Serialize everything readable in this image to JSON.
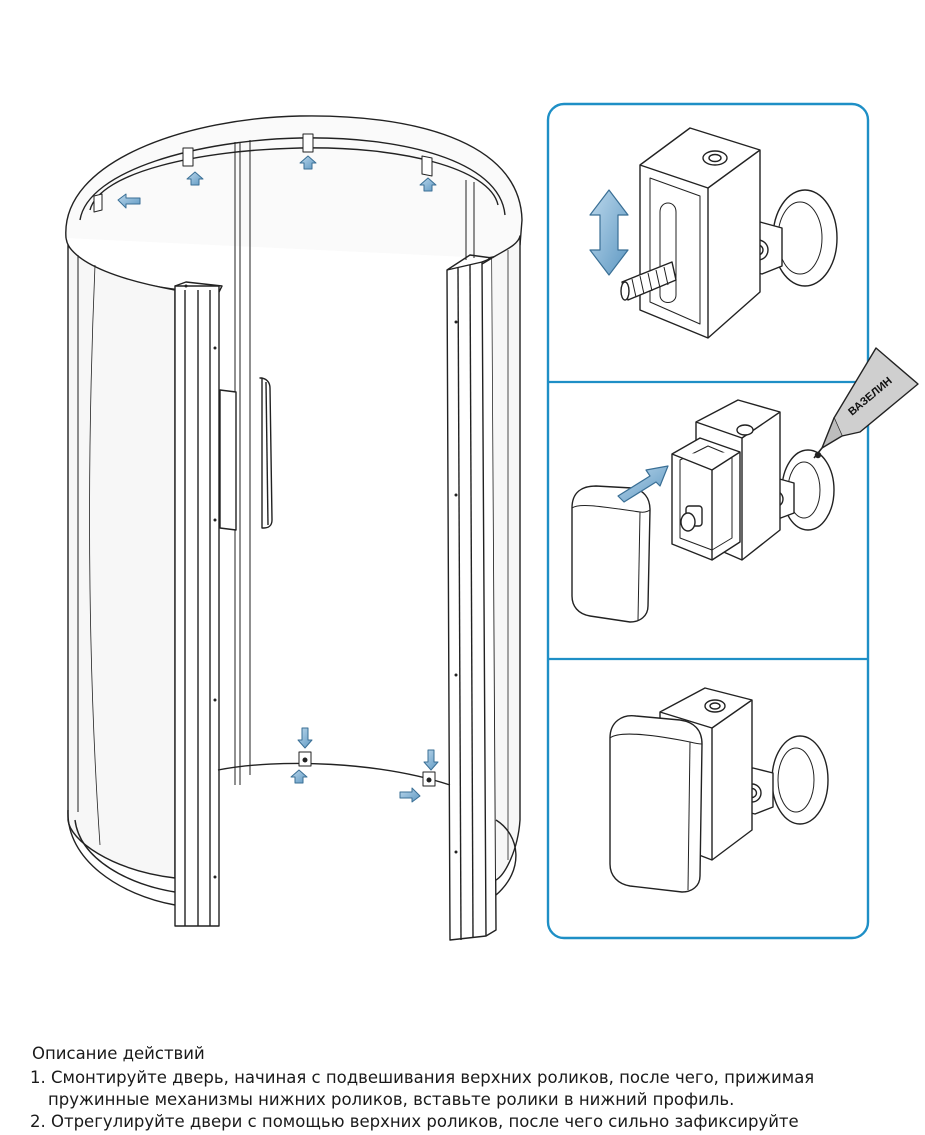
{
  "instructions": {
    "heading": "Описание действий",
    "steps": [
      "1. Смонтируйте дверь, начиная с подвешивания верхних роликов, после чего, прижимая пружинные  механизмы нижних роликов, вставьте ролики в нижний профиль.",
      "2. Отрегулируйте двери с помощью верхних роликов, после чего сильно зафиксируйте"
    ]
  },
  "detail_panels": {
    "lubricant_label": "ВАЗЕЛИН"
  },
  "colors": {
    "panel_border": "#1e8fc6",
    "arrow_fill": "#7fb3d5",
    "arrow_stroke": "#3a6f95",
    "line": "#222222"
  }
}
